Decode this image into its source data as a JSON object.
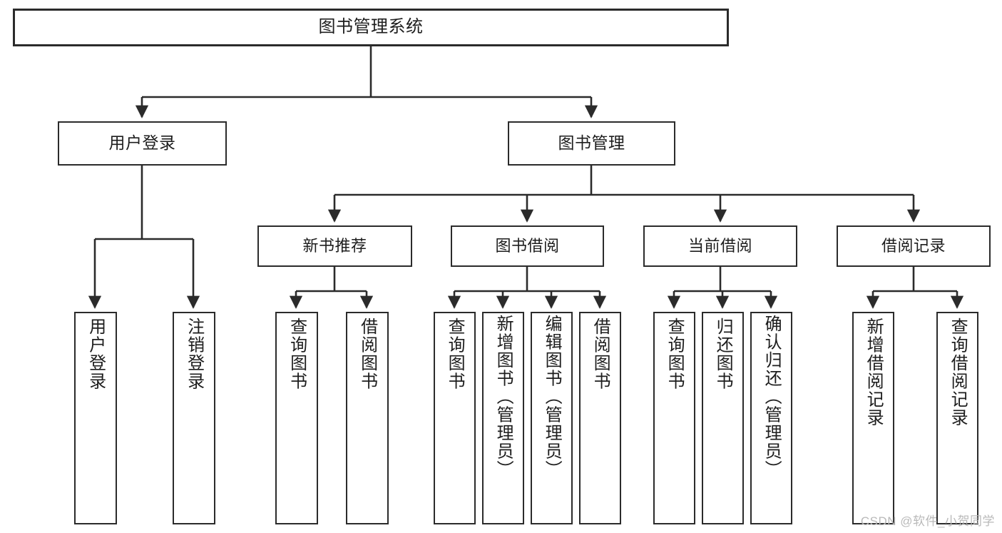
{
  "diagram": {
    "title": "图书管理系统",
    "type": "hierarchy-tree",
    "colors": {
      "stroke": "#2b2b2b",
      "fill": "#ffffff",
      "text": "#1d1d1d",
      "watermark": "#b9b9b9"
    },
    "root": {
      "label": "图书管理系统",
      "orientation": "horizontal"
    },
    "level1": [
      {
        "label": "用户登录",
        "orientation": "horizontal"
      },
      {
        "label": "图书管理",
        "orientation": "horizontal"
      }
    ],
    "level2": [
      {
        "label": "新书推荐",
        "orientation": "horizontal"
      },
      {
        "label": "图书借阅",
        "orientation": "horizontal"
      },
      {
        "label": "当前借阅",
        "orientation": "horizontal"
      },
      {
        "label": "借阅记录",
        "orientation": "horizontal"
      }
    ],
    "leaves": {
      "user_login": [
        {
          "label": "用户登录",
          "orientation": "vertical"
        },
        {
          "label": "注销登录",
          "orientation": "vertical"
        }
      ],
      "new_book_recommend": [
        {
          "label": "查询图书",
          "orientation": "vertical"
        },
        {
          "label": "借阅图书",
          "orientation": "vertical"
        }
      ],
      "book_borrow": [
        {
          "label": "查询图书",
          "orientation": "vertical"
        },
        {
          "label": "新增图书（管理员）",
          "orientation": "vertical"
        },
        {
          "label": "编辑图书（管理员）",
          "orientation": "vertical"
        },
        {
          "label": "借阅图书",
          "orientation": "vertical"
        }
      ],
      "current_borrow": [
        {
          "label": "查询图书",
          "orientation": "vertical"
        },
        {
          "label": "归还图书",
          "orientation": "vertical"
        },
        {
          "label": "确认归还（管理员）",
          "orientation": "vertical"
        }
      ],
      "borrow_record": [
        {
          "label": "新增借阅记录",
          "orientation": "vertical"
        },
        {
          "label": "查询借阅记录",
          "orientation": "vertical"
        }
      ]
    }
  },
  "watermark": {
    "text": "CSDN @软件_小贺同学"
  }
}
